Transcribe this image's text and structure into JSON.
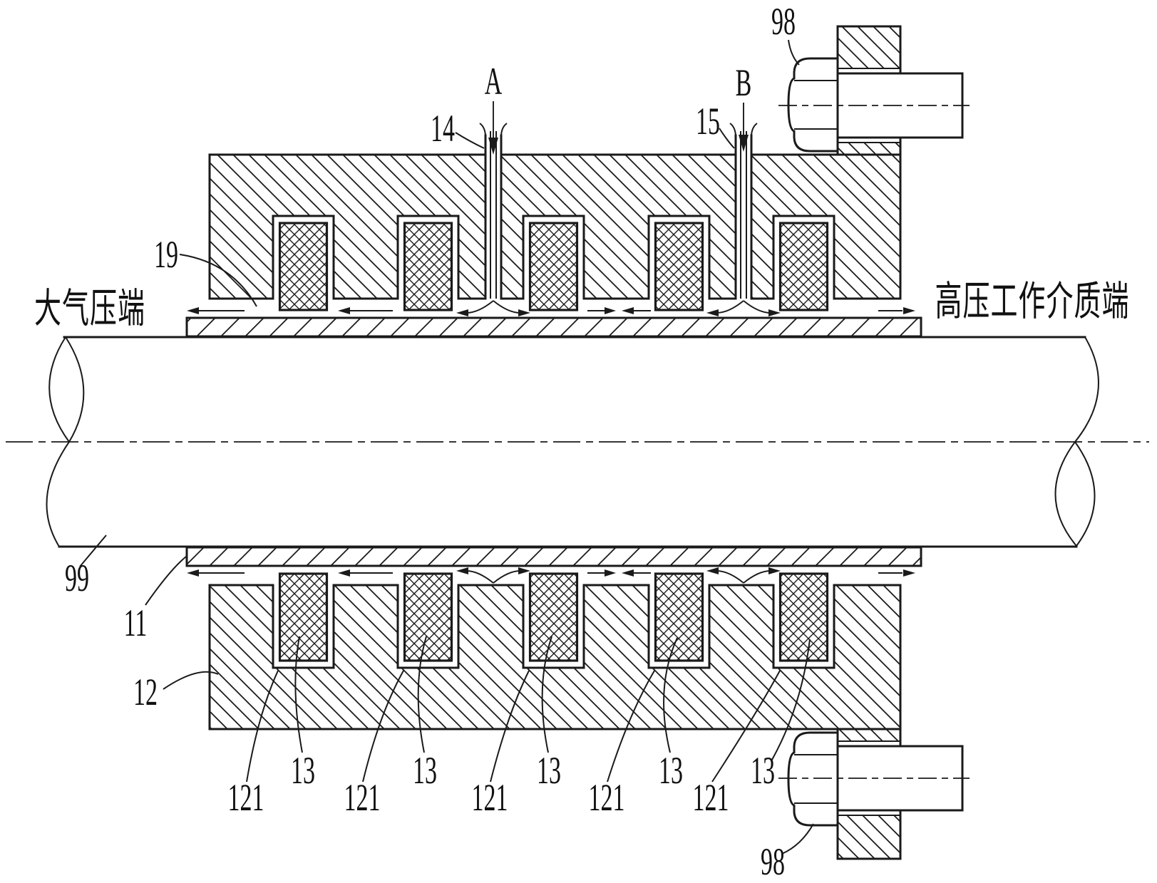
{
  "figure_labels": {
    "atmospheric_end": "大气压端",
    "high_pressure_end": "高压工作介质端"
  },
  "section_markers": {
    "a": "A",
    "b": "B"
  },
  "part_numbers": {
    "bolt_top": "98",
    "bolt_bottom": "98",
    "injection_pipe_a": "14",
    "injection_pipe_b": "15",
    "leak_channel": "19",
    "shaft": "99",
    "sleeve": "11",
    "housing": "12",
    "seal_rings": [
      "13",
      "13",
      "13",
      "13",
      "13"
    ],
    "seal_grooves": [
      "121",
      "121",
      "121",
      "121",
      "121"
    ]
  }
}
